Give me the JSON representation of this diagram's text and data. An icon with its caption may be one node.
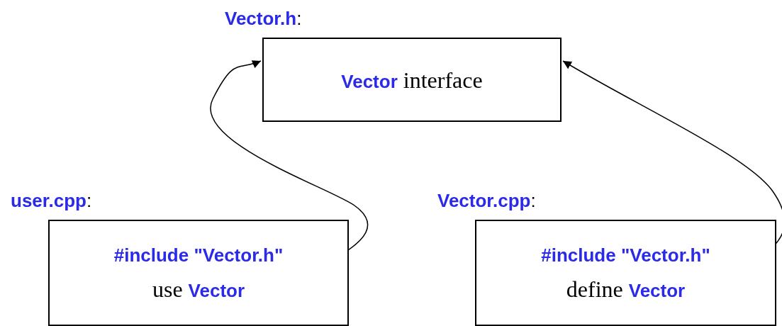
{
  "diagram": {
    "nodes": [
      {
        "text": [
          "**Vector.h**:",
          "**Vector** interface"
        ]
      },
      {
        "text": [
          "**user.cpp**:",
          "**#include \"Vector.h\"**",
          "use **Vector**"
        ]
      },
      {
        "text": [
          "**Vector.cpp**:",
          "**#include \"Vector.h\"**",
          "define **Vector**"
        ]
      }
    ],
    "edges": [
      {
        "from": 1,
        "to": 0,
        "arrow": "to"
      },
      {
        "from": 2,
        "to": 0,
        "arrow": "to"
      }
    ]
  }
}
